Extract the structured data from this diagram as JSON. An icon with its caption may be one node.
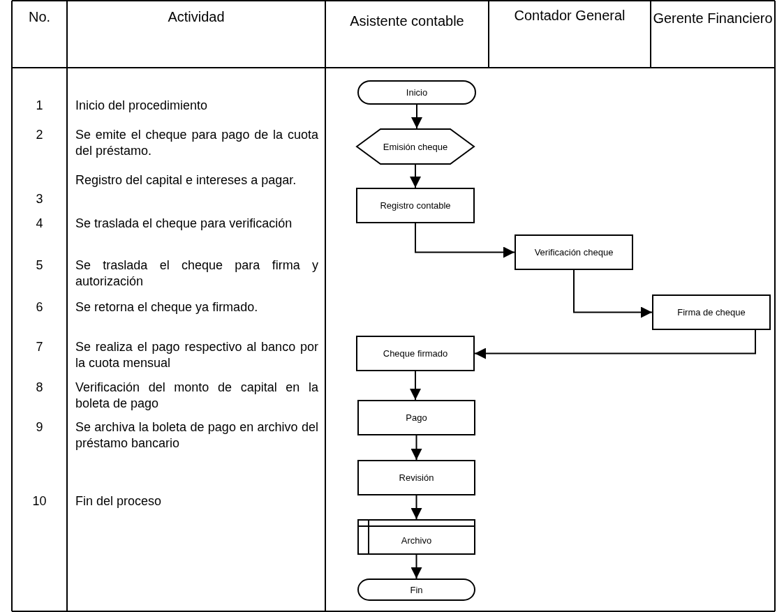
{
  "diagram": {
    "nodes": [
      {
        "text": [
          "Inicio"
        ]
      },
      {
        "text": [
          "Emisión cheque"
        ]
      },
      {
        "text": [
          "Registro contable"
        ]
      },
      {
        "text": [
          "Verificación cheque"
        ]
      },
      {
        "text": [
          "Firma de cheque"
        ]
      },
      {
        "text": [
          "Cheque firmado"
        ]
      },
      {
        "text": [
          "Pago"
        ]
      },
      {
        "text": [
          "Revisión"
        ]
      },
      {
        "text": [
          "Archivo"
        ]
      },
      {
        "text": [
          "Fin"
        ]
      }
    ],
    "edges": [
      {
        "from": 0,
        "to": 1,
        "arrow": "to"
      },
      {
        "from": 1,
        "to": 2,
        "arrow": "to"
      },
      {
        "from": 2,
        "to": 3,
        "arrow": "to"
      },
      {
        "from": 3,
        "to": 4,
        "arrow": "to"
      },
      {
        "from": 4,
        "to": 5,
        "arrow": "to"
      },
      {
        "from": 5,
        "to": 6,
        "arrow": "to"
      },
      {
        "from": 6,
        "to": 7,
        "arrow": "to"
      },
      {
        "from": 7,
        "to": 8,
        "arrow": "to"
      },
      {
        "from": 8,
        "to": 9,
        "arrow": "to"
      }
    ],
    "labels": [
      "No.",
      "Actividad",
      "Asistente contable",
      "Contador General",
      "Gerente Financiero",
      "1",
      "Inicio del procedimiento",
      "2",
      "Se emite el cheque para pago de la cuota del préstamo.",
      "3",
      "Registro del capital e intereses a pagar.",
      "4",
      "Se traslada el cheque para verificación",
      "5",
      "Se traslada el cheque para firma y autorización",
      "6",
      "Se retorna el cheque ya firmado.",
      "7",
      "Se realiza el pago respectivo al banco por la cuota mensual",
      "8",
      "Verificación del monto de capital en la boleta de pago",
      "9",
      "Se archiva la boleta de pago en archivo del préstamo bancario",
      "10",
      "Fin del proceso"
    ]
  }
}
